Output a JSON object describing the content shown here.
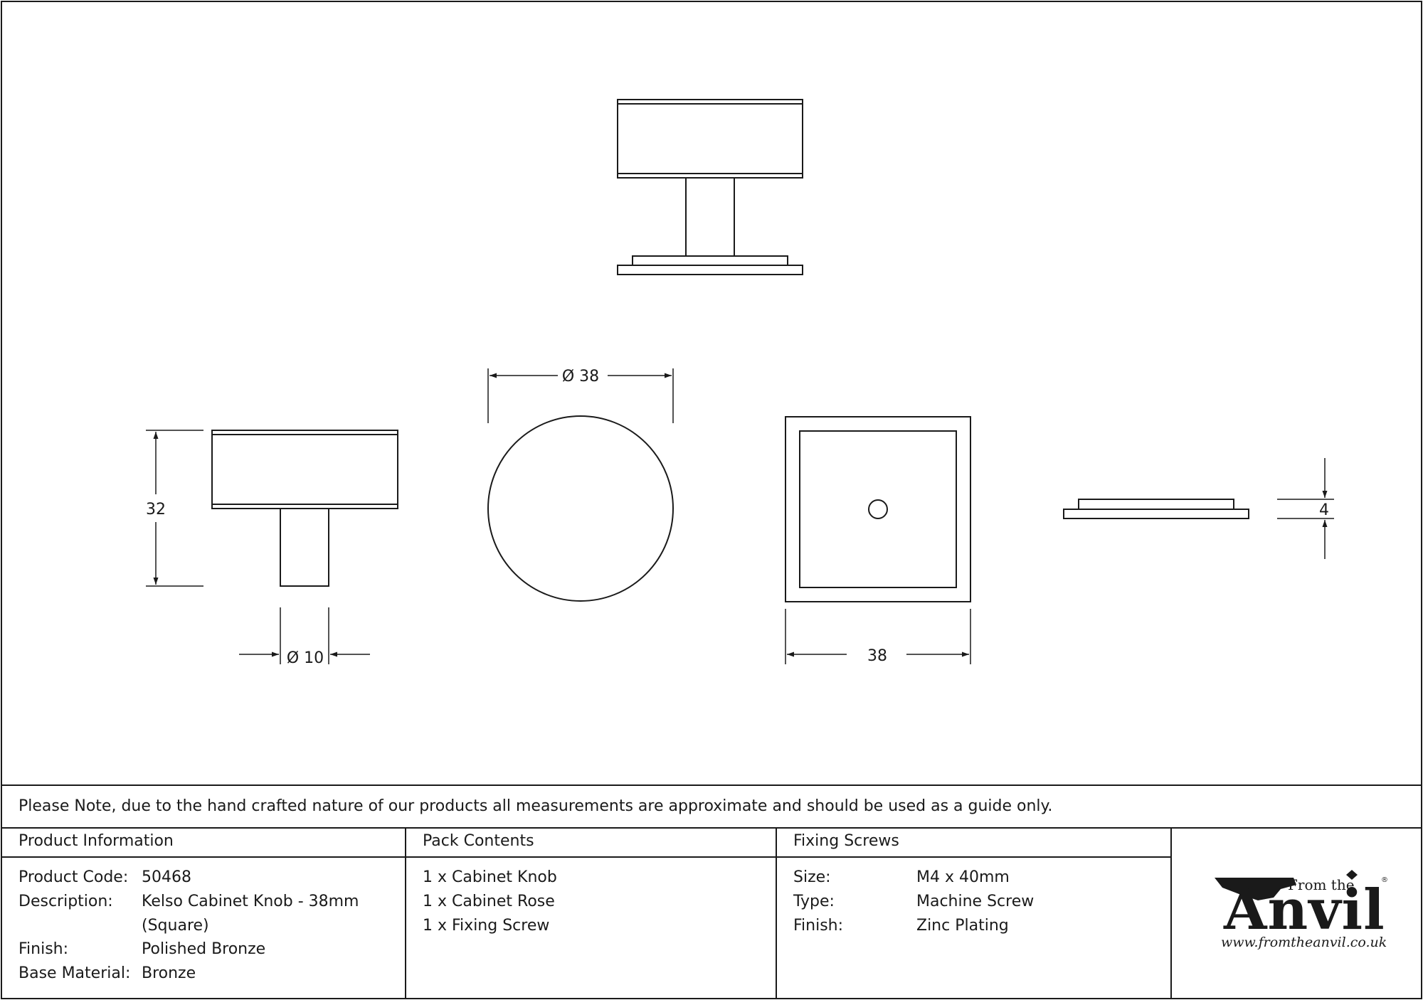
{
  "dimensions": {
    "front_width": "Ø 38",
    "side_height": "32",
    "spindle_diameter": "Ø 10",
    "rose_width": "38",
    "rose_thickness": "4"
  },
  "note": "Please Note, due to the hand crafted nature of our products all measurements are approximate and should be used as a guide only.",
  "product_information": {
    "heading": "Product Information",
    "rows": [
      {
        "label": "Product Code:",
        "value": "50468"
      },
      {
        "label": "Description:",
        "value": "Kelso Cabinet Knob - 38mm"
      },
      {
        "label": "",
        "value": "(Square)"
      },
      {
        "label": "Finish:",
        "value": "Polished Bronze"
      },
      {
        "label": "Base Material:",
        "value": "Bronze"
      }
    ]
  },
  "pack_contents": {
    "heading": "Pack Contents",
    "items": [
      "1 x Cabinet Knob",
      "1 x Cabinet Rose",
      "1 x Fixing Screw"
    ]
  },
  "fixing_screws": {
    "heading": "Fixing Screws",
    "rows": [
      {
        "label": "Size:",
        "value": "M4 x 40mm"
      },
      {
        "label": "Type:",
        "value": "Machine Screw"
      },
      {
        "label": "Finish:",
        "value": "Zinc Plating"
      }
    ]
  },
  "logo": {
    "from_the": "From the",
    "anvil": "Anvil",
    "registered": "®",
    "url": "www.fromtheanvil.co.uk"
  },
  "colors": {
    "line": "#1a1a1a",
    "background": "#ffffff"
  }
}
